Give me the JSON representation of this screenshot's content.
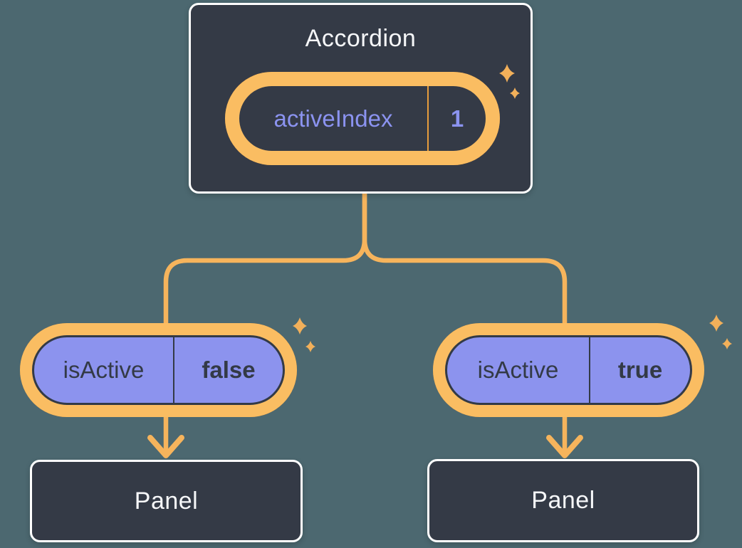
{
  "colors": {
    "background": "#4C6870",
    "node_fill": "#343A46",
    "node_border": "#FFFFFF",
    "node_text": "#F6F7F9",
    "pill_ring_outer": "#C26C16",
    "pill_ring_inner": "#FABD62",
    "pill_purple_fill": "#8C93EE",
    "pill_dark_text": "#333A46",
    "state_text_purple": "#8B93F0",
    "connector_line": "#F6B45C",
    "sparkle": "#F2B05A"
  },
  "diagram": {
    "root": {
      "title": "Accordion",
      "pill": {
        "label": "activeIndex",
        "value": "1"
      }
    },
    "left_branch": {
      "pill": {
        "label": "isActive",
        "value": "false"
      },
      "panel_label": "Panel"
    },
    "right_branch": {
      "pill": {
        "label": "isActive",
        "value": "true"
      },
      "panel_label": "Panel"
    }
  }
}
